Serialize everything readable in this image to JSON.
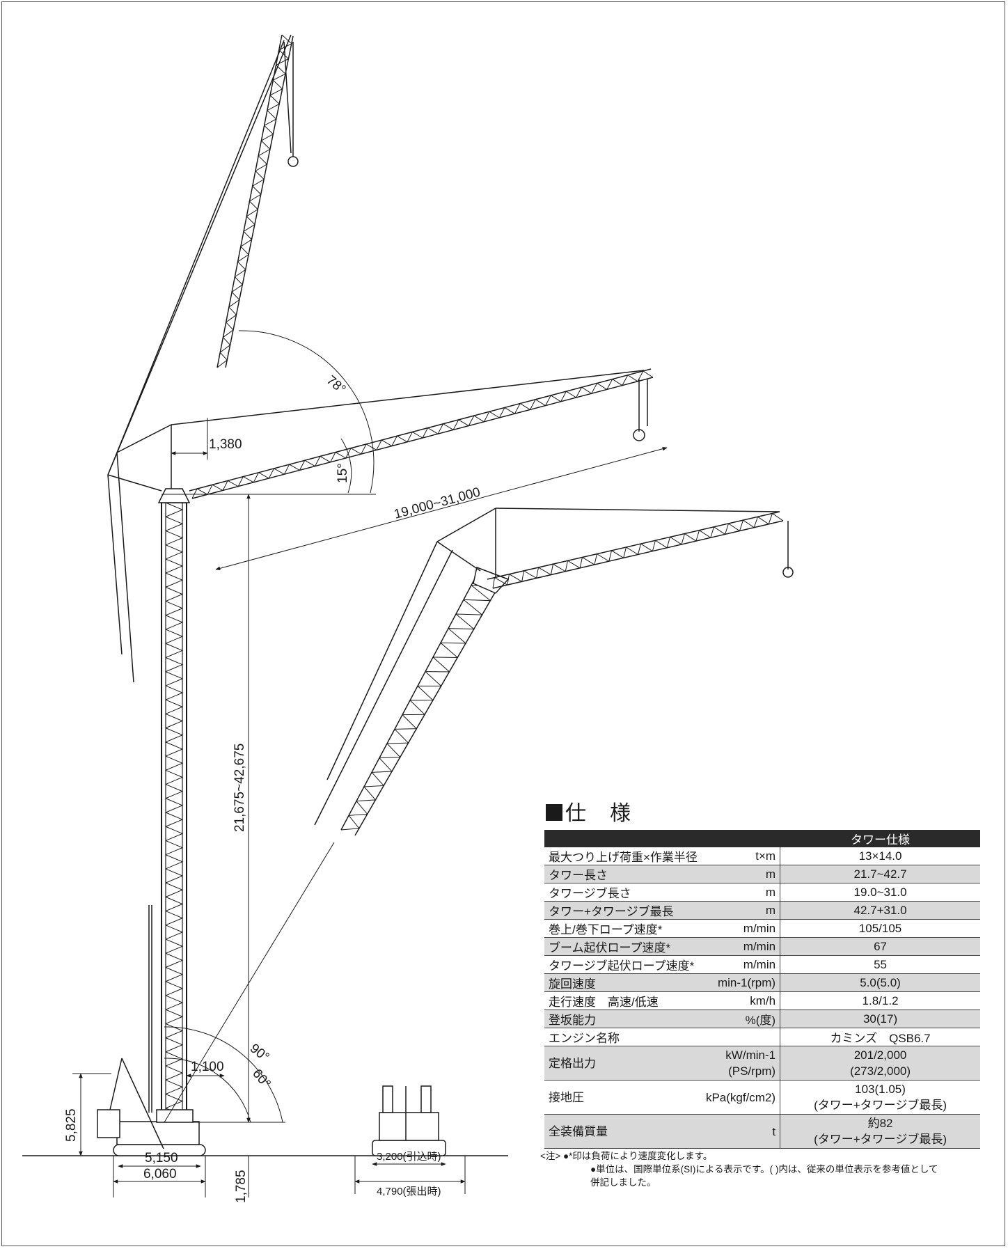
{
  "dimensions": {
    "d1380": "1,380",
    "d15deg": "15°",
    "d78deg": "78°",
    "jib_range": "19,000~31,000",
    "tower_range": "21,675~42,675",
    "d90deg": "90°",
    "d60deg": "60°",
    "d1100": "1,100",
    "d5825": "5,825",
    "d5150": "5,150",
    "d6060": "6,060",
    "d1785": "1,785",
    "width_retracted": "3,200(引込時)",
    "width_extended": "4,790(張出時)"
  },
  "spec": {
    "title": "仕　様",
    "header": "タワー仕様",
    "rows": [
      {
        "name": "最大つり上げ荷重×作業半径",
        "unit": "t×m",
        "value": "13×14.0",
        "shade": false
      },
      {
        "name": "タワー長さ",
        "unit": "m",
        "value": "21.7~42.7",
        "shade": true
      },
      {
        "name": "タワージブ長さ",
        "unit": "m",
        "value": "19.0~31.0",
        "shade": false
      },
      {
        "name": "タワー+タワージブ最長",
        "unit": "m",
        "value": "42.7+31.0",
        "shade": true
      },
      {
        "name": "巻上/巻下ロープ速度*",
        "unit": "m/min",
        "value": "105/105",
        "shade": false
      },
      {
        "name": "ブーム起伏ロープ速度*",
        "unit": "m/min",
        "value": "67",
        "shade": true
      },
      {
        "name": "タワージブ起伏ロープ速度*",
        "unit": "m/min",
        "value": "55",
        "shade": false
      },
      {
        "name": "旋回速度",
        "unit": "min-1(rpm)",
        "value": "5.0(5.0)",
        "shade": true
      },
      {
        "name": "走行速度　高速/低速",
        "unit": "km/h",
        "value": "1.8/1.2",
        "shade": false
      },
      {
        "name": "登坂能力",
        "unit": "%(度)",
        "value": "30(17)",
        "shade": true
      },
      {
        "name": "エンジン名称",
        "unit": "",
        "value": "カミンズ　QSB6.7",
        "shade": false
      }
    ],
    "output": {
      "name": "定格出力",
      "unit1": "kW/min-1",
      "unit2": "(PS/rpm)",
      "value1": "201/2,000",
      "value2": "(273/2,000)"
    },
    "pressure": {
      "name": "接地圧",
      "unit": "kPa(kgf/cm2)",
      "value1": "103(1.05)",
      "value2": "(タワー+タワージブ最長)"
    },
    "mass": {
      "name": "全装備質量",
      "unit": "t",
      "value1": "約82",
      "value2": "(タワー+タワージブ最長)"
    }
  },
  "notes": {
    "line1": "<注> ●*印は負荷により速度変化します。",
    "line2": "●単位は、国際単位系(SI)による表示です。( )内は、従来の単位表示を参考値として",
    "line3": "併記しました。"
  }
}
